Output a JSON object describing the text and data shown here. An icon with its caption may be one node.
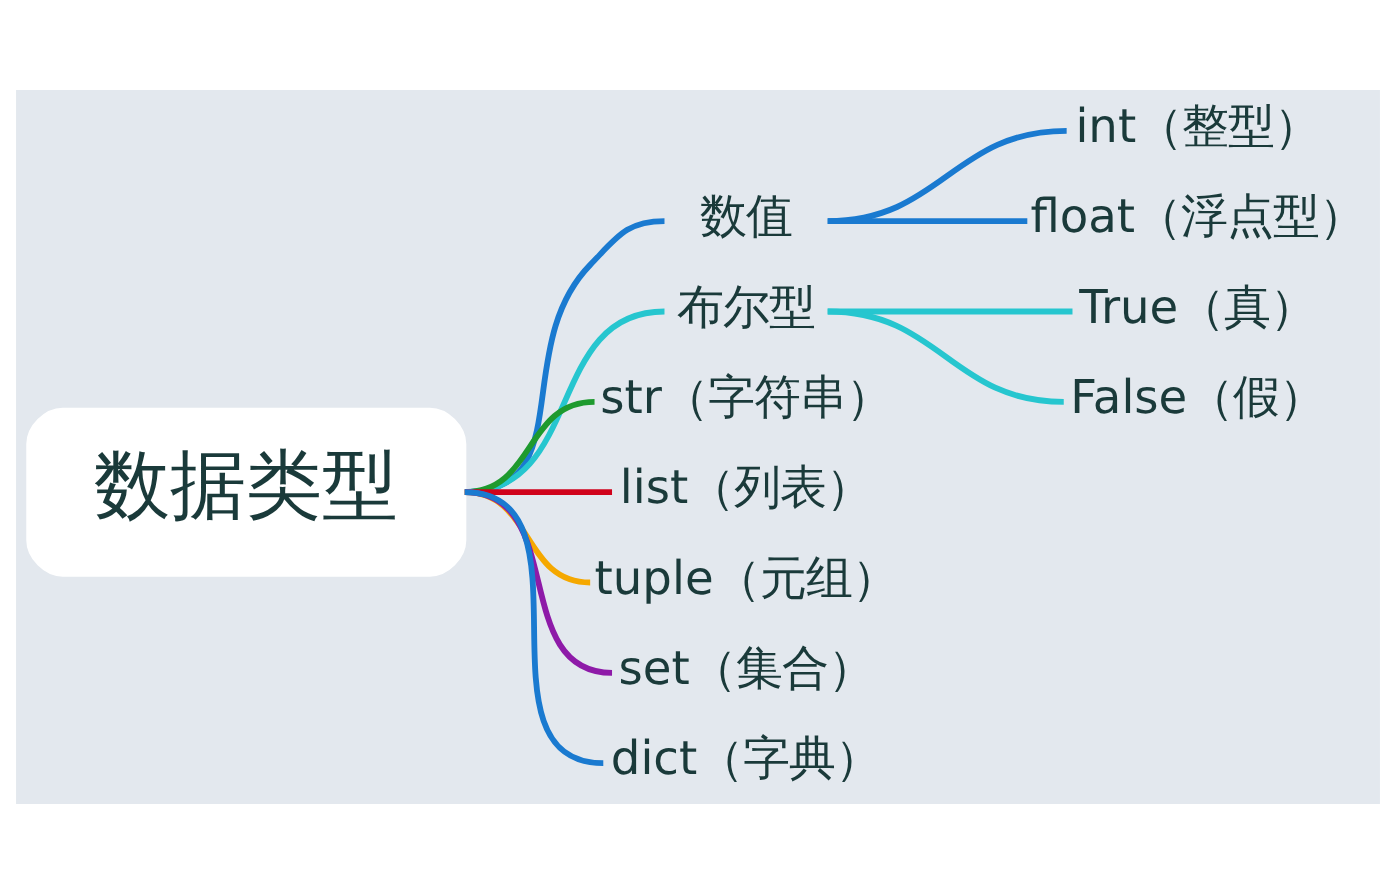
{
  "diagram": {
    "nodes": [
      {
        "text": [
          "数据类型"
        ]
      },
      {
        "text": [
          "数值"
        ]
      },
      {
        "text": [
          "int（整型）"
        ]
      },
      {
        "text": [
          "float（浮点型）"
        ]
      },
      {
        "text": [
          "布尔型"
        ]
      },
      {
        "text": [
          "True（真）"
        ]
      },
      {
        "text": [
          "False（假）"
        ]
      },
      {
        "text": [
          "str（字符串）"
        ]
      },
      {
        "text": [
          "list（列表）"
        ]
      },
      {
        "text": [
          "tuple（元组）"
        ]
      },
      {
        "text": [
          "set（集合）"
        ]
      },
      {
        "text": [
          "dict（字典）"
        ]
      }
    ],
    "edges": [
      {
        "from": 0,
        "to": 1,
        "arrow": "none"
      },
      {
        "from": 1,
        "to": 2,
        "arrow": "none"
      },
      {
        "from": 1,
        "to": 3,
        "arrow": "none"
      },
      {
        "from": 0,
        "to": 4,
        "arrow": "none",
        "color": "#26c6cf"
      },
      {
        "from": 4,
        "to": 5,
        "arrow": "none",
        "color": "#26c6cf"
      },
      {
        "from": 4,
        "to": 6,
        "arrow": "none",
        "color": "#26c6cf"
      },
      {
        "from": 0,
        "to": 7,
        "arrow": "none",
        "color": "#1e9a2e"
      },
      {
        "from": 0,
        "to": 8,
        "arrow": "none",
        "color": "#d0021b"
      },
      {
        "from": 0,
        "to": 9,
        "arrow": "none",
        "color": "#f5a800"
      },
      {
        "from": 0,
        "to": 10,
        "arrow": "none",
        "color": "#8e1aa8"
      },
      {
        "from": 0,
        "to": 11,
        "arrow": "none"
      }
    ]
  }
}
